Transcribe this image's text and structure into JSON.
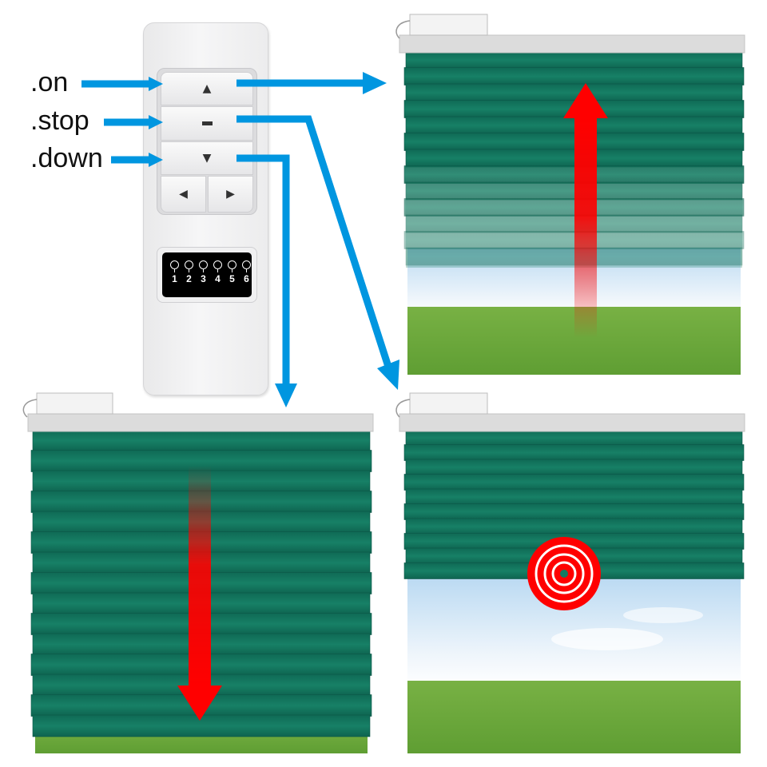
{
  "commands": [
    ".on",
    ".stop",
    ".down"
  ],
  "remote": {
    "button_icons": [
      "up-arrow-icon",
      "stop-dash-icon",
      "down-arrow-icon",
      "left-arrow-icon",
      "right-arrow-icon"
    ],
    "channels": [
      "1",
      "2",
      "3",
      "4",
      "5",
      "6"
    ]
  },
  "panels": [
    {
      "name": "blind-rising",
      "motion": "up",
      "arrow_color": "#ff0000"
    },
    {
      "name": "blind-lowering",
      "motion": "down",
      "arrow_color": "#ff0000"
    },
    {
      "name": "blind-stopped",
      "motion": "stop",
      "marker_color": "#ff0000"
    }
  ],
  "colors": {
    "connector_arrow": "#0096e0",
    "slat": "#137a63",
    "slat_dark": "#0f6b55",
    "grass": "#6fae3c",
    "sky": "#cfe6f7",
    "headrail": "#dcdcdc"
  }
}
